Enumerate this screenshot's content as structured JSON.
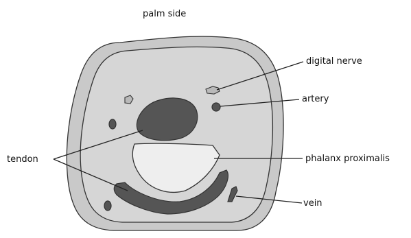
{
  "diagram": {
    "title": "palm side",
    "labels": {
      "digital_nerve": "digital nerve",
      "artery": "artery",
      "tendon": "tendon",
      "phalanx": "phalanx proximalis",
      "vein": "vein"
    }
  },
  "colors": {
    "outer_tissue": "#c9c9c9",
    "inner_tissue": "#d6d6d6",
    "dark_structure": "#555555",
    "bone": "#eeeeee",
    "outline": "#333333",
    "leader_line": "#222222"
  }
}
